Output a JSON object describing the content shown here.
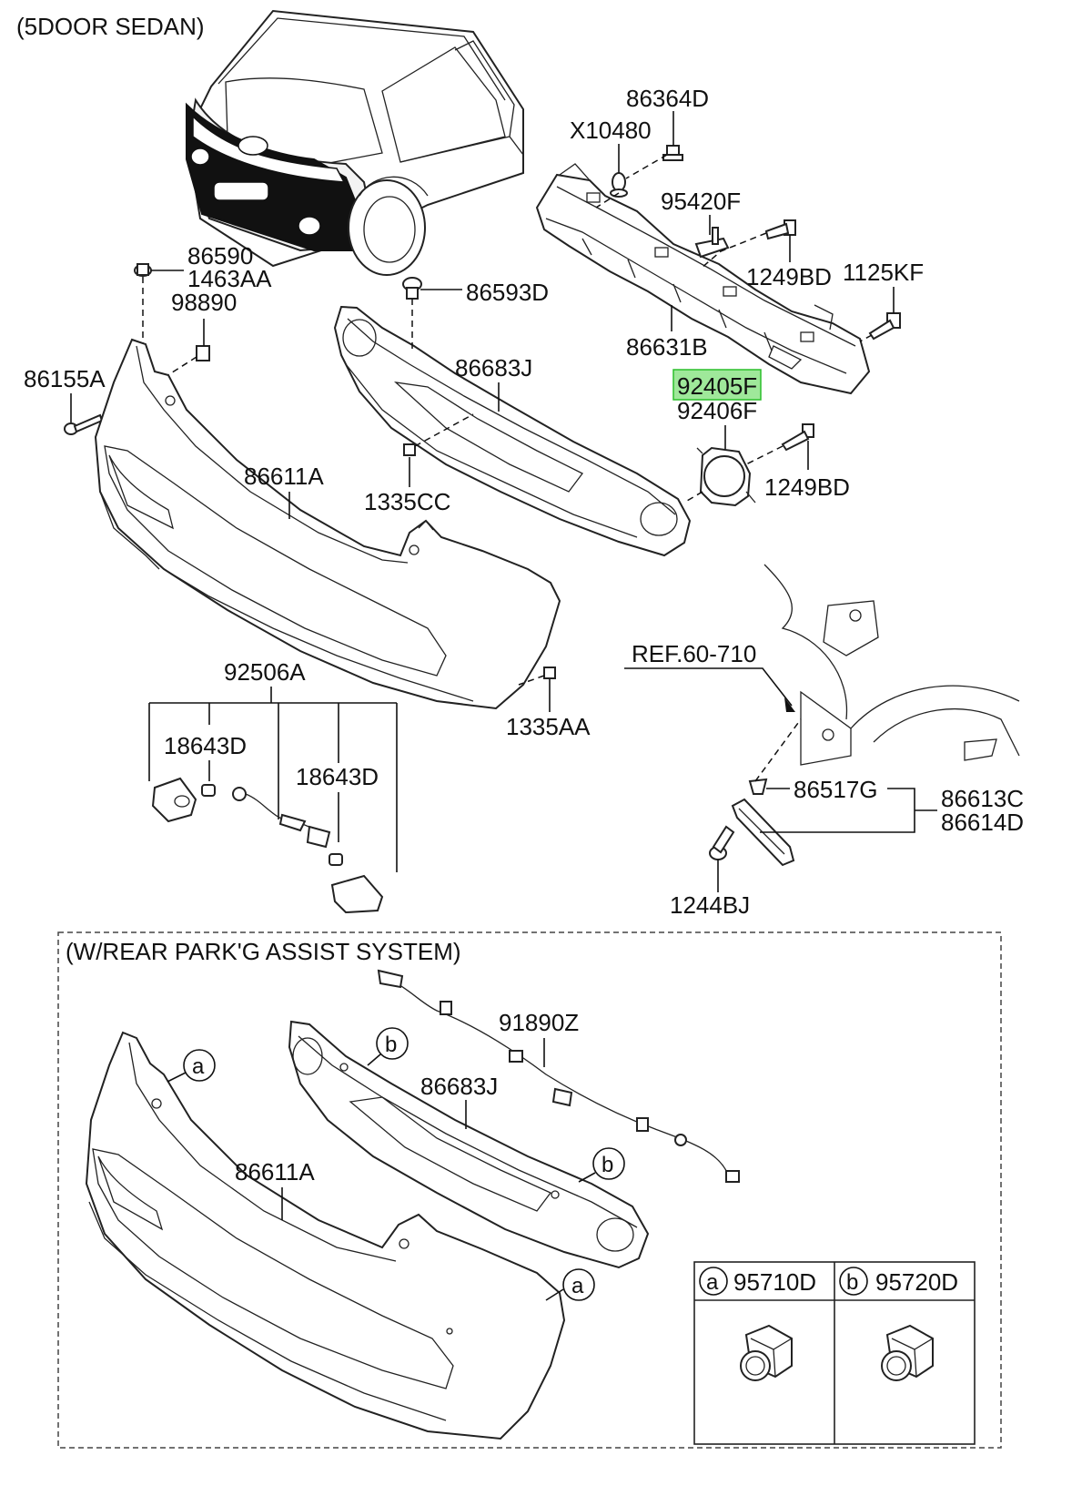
{
  "diagram": {
    "title_top": "(5DOOR SEDAN)",
    "title_box": "(W/REAR PARK'G ASSIST SYSTEM)",
    "ref_label": "REF.60-710",
    "highlight_color": "#9fe89a",
    "labels": {
      "p86364D": "86364D",
      "pX10480": "X10480",
      "p95420F": "95420F",
      "p1249BD_top": "1249BD",
      "p1125KF": "1125KF",
      "p86631B": "86631B",
      "p92405F": "92405F",
      "p92406F": "92406F",
      "p1249BD_mid": "1249BD",
      "p86590": "86590",
      "p1463AA": "1463AA",
      "p98890": "98890",
      "p86593D": "86593D",
      "p86155A": "86155A",
      "p86683J_top": "86683J",
      "p86611A_top": "86611A",
      "p1335CC": "1335CC",
      "p92506A": "92506A",
      "p18643D_left": "18643D",
      "p18643D_right": "18643D",
      "p1335AA": "1335AA",
      "p86517G": "86517G",
      "p86613C": "86613C",
      "p86614D": "86614D",
      "p1244BJ": "1244BJ",
      "p91890Z": "91890Z",
      "p86683J_bot": "86683J",
      "p86611A_bot": "86611A",
      "p95710D": "95710D",
      "p95720D": "95720D"
    },
    "callouts": {
      "a1": "a",
      "a2": "a",
      "a3": "a",
      "b1": "b",
      "b2": "b",
      "b3": "b"
    }
  }
}
